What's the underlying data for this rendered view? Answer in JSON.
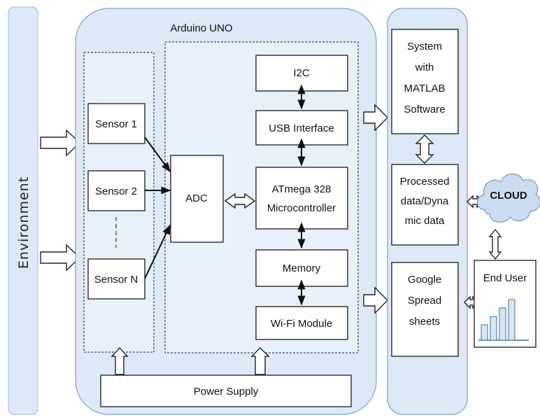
{
  "colors": {
    "panel_blue": "#dde9f6",
    "panel_blue_light": "#e8f0fa",
    "cloud": "#c9dcf0",
    "box_fill": "#ffffff",
    "stroke": "#1a1a1a"
  },
  "environment": {
    "label": "Environment"
  },
  "arduino": {
    "title": "Arduino UNO"
  },
  "sensors": {
    "sensor1": "Sensor 1",
    "sensor2": "Sensor 2",
    "sensorN": "Sensor N"
  },
  "adc": {
    "label": "ADC"
  },
  "stack": {
    "i2c": "I2C",
    "usb": "USB Interface",
    "mcu_line1": "ATmega 328",
    "mcu_line2": "Microcontroller",
    "memory": "Memory",
    "wifi": "Wi-Fi Module"
  },
  "power": {
    "label": "Power Supply"
  },
  "right": {
    "matlab": [
      "System",
      "with",
      "MATLAB",
      "Software"
    ],
    "processed": [
      "Processed",
      "data/Dyna",
      "mic data"
    ],
    "google": [
      "Google",
      "Spread",
      "sheets"
    ]
  },
  "cloud": {
    "label": "CLOUD",
    "icon": "cloud-icon"
  },
  "end_user": {
    "label": "End User",
    "icon": "bar-chart-icon"
  }
}
